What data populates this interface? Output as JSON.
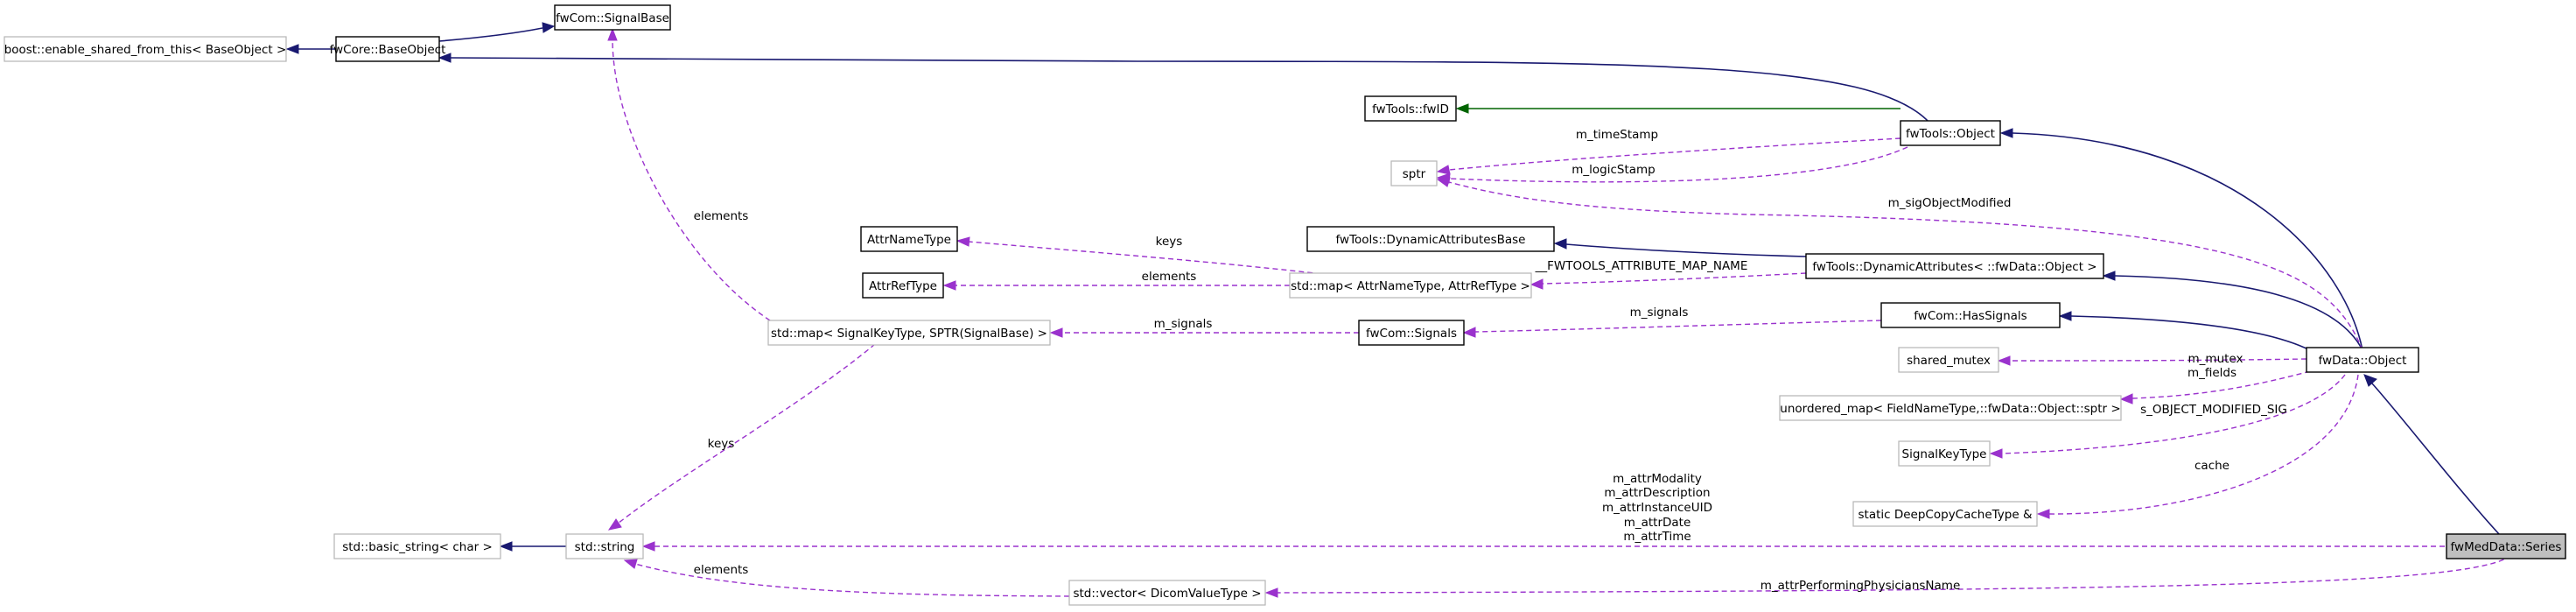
{
  "nodes": {
    "series": "fwMedData::Series",
    "data_object": "fwData::Object",
    "tools_object": "fwTools::Object",
    "base_object": "fwCore::BaseObject",
    "enable_shared": "boost::enable_shared_from_this< BaseObject >",
    "signal_base": "fwCom::SignalBase",
    "fwid": "fwTools::fwID",
    "sptr": "sptr",
    "dyn_attr_base": "fwTools::DynamicAttributesBase",
    "dyn_attr": "fwTools::DynamicAttributes< ::fwData::Object >",
    "attr_name_type": "AttrNameType",
    "attr_ref_type": "AttrRefType",
    "attr_map": "std::map< AttrNameType, AttrRefType >",
    "has_signals": "fwCom::HasSignals",
    "signals": "fwCom::Signals",
    "signal_map": "std::map< SignalKeyType, SPTR(SignalBase) >",
    "shared_mutex": "shared_mutex",
    "unordered_map": "unordered_map< FieldNameType,::fwData::Object::sptr >",
    "signal_key_type": "SignalKeyType",
    "deep_copy_cache": "static DeepCopyCacheType &",
    "basic_string": "std::basic_string< char >",
    "std_string": "std::string",
    "dicom_vector": "std::vector< DicomValueType >"
  },
  "edges": {
    "m_timeStamp": "m_timeStamp",
    "m_logicStamp": "m_logicStamp",
    "m_sigObjectModified": "m_sigObjectModified",
    "fwtools_attr_map_name": "__FWTOOLS_ATTRIBUTE_MAP_NAME",
    "keys_attr": "keys",
    "elements_attr": "elements",
    "m_signals_map": "m_signals",
    "m_signals_sig": "m_signals",
    "elements_sigbase": "elements",
    "keys_string": "keys",
    "m_mutex": "m_mutex",
    "m_fields": "m_fields",
    "s_object_modified_sig": "s_OBJECT_MODIFIED_SIG",
    "cache": "cache",
    "series_string_labels": [
      "m_attrModality",
      "m_attrDescription",
      "m_attrInstanceUID",
      "m_attrDate",
      "m_attrTime"
    ],
    "elements_vector": "elements",
    "m_attrPerformingPhysiciansName": "m_attrPerformingPhysiciansName"
  },
  "colors": {
    "inheritance": "#191970",
    "template_instance": "#006400",
    "member": "#9a32cd",
    "focus_fill": "#bfbfbf",
    "dim_border": "#b5b5b5"
  }
}
